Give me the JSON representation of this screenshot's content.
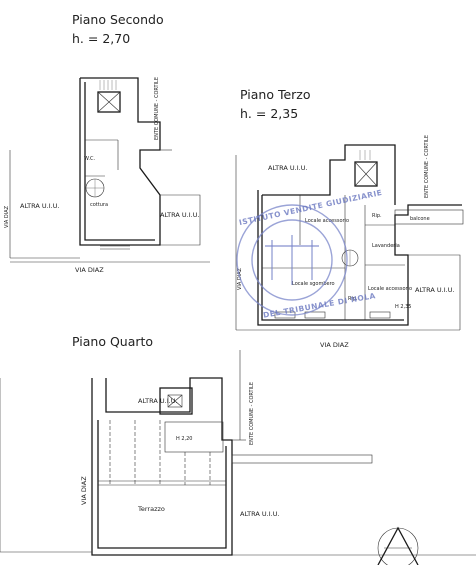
{
  "floors": {
    "secondo": {
      "title": "Piano Secondo",
      "height": "h. = 2,70"
    },
    "terzo": {
      "title": "Piano Terzo",
      "height": "h. = 2,35"
    },
    "quarto": {
      "title": "Piano Quarto"
    }
  },
  "labels": {
    "ente_comune_cortile": "ENTE COMUNE - CORTILE",
    "altra_uiu": "ALTRA U.I.U.",
    "via_diaz": "VIA DIAZ",
    "wc": "W.C.",
    "cottura": "cottura",
    "locale_accessorio": "Locale accessorio",
    "locale_sgombero": "Locale sgombero",
    "lavanderia": "Lavanderia",
    "balcone": "balcone",
    "rip": "Rip.",
    "h_220": "H 2,20",
    "h_235": "H 2,35",
    "terrazzo": "Terrazzo"
  },
  "stamp": {
    "outer_text": "ISTITUTO VENDITE GIUDIZIARIE",
    "inner_text": "DEL TRIBUNALE DI NOLA",
    "color": "#6a77c0"
  }
}
